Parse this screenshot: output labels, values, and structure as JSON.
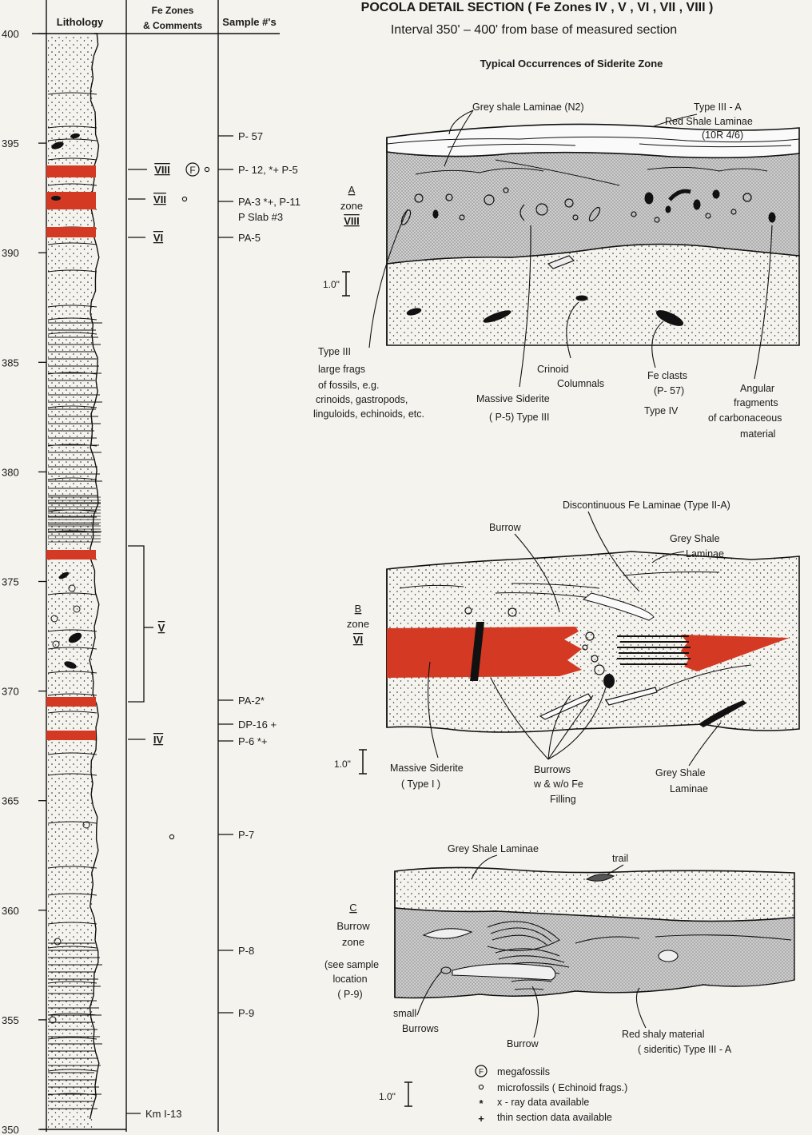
{
  "title": "POCOLA DETAIL SECTION ( Fe Zones IV , V , VI , VII , VIII )",
  "subtitle": "Interval 350' – 400' from base of measured section",
  "columns": {
    "lithology": "Lithology",
    "fe_zones_l1": "Fe Zones",
    "fe_zones_l2": "& Comments",
    "samples": "Sample #'s"
  },
  "depth_ticks": [
    "400",
    "395",
    "390",
    "385",
    "380",
    "375",
    "370",
    "365",
    "360",
    "355",
    "350"
  ],
  "fe_zones": [
    {
      "label": "VIII",
      "extra": "F",
      "micro": true
    },
    {
      "label": "VII",
      "extra": "",
      "micro": true
    },
    {
      "label": "VI",
      "extra": "",
      "micro": false
    },
    {
      "label": "V",
      "extra": "",
      "micro": false
    },
    {
      "label": "IV",
      "extra": "",
      "micro": false
    }
  ],
  "samples": [
    "P- 57",
    "P- 12, *+ P-5",
    "PA-3 *+, P-11",
    "P Slab #3",
    "PA-5",
    "PA-2*",
    "DP-16 +",
    "P-6 *+",
    "P-7",
    "P-8",
    "P-9",
    "Km I-13"
  ],
  "typical_title": "Typical Occurrences of Siderite Zone",
  "panel_a": {
    "id_lines": [
      "A",
      "zone",
      "VIII"
    ],
    "scale": "1.0\"",
    "labels": {
      "grey_shale": "Grey shale Laminae (N2)",
      "type_iii_a": "Type III - A",
      "red_shale_1": "Red Shale Laminae",
      "red_shale_2": "(10R 4/6)",
      "type_iii_1": "Type III",
      "type_iii_2": "large frags",
      "type_iii_3": "of fossils, e.g.",
      "type_iii_4": "crinoids, gastropods,",
      "type_iii_5": "linguloids, echinoids, etc.",
      "massive_1": "Massive Siderite",
      "massive_2": "( P-5) Type III",
      "crinoid_1": "Crinoid",
      "crinoid_2": "Columnals",
      "feclasts_1": "Fe clasts",
      "feclasts_2": "(P- 57)",
      "feclasts_3": "Type IV",
      "angular_1": "Angular",
      "angular_2": "fragments",
      "angular_3": "of carbonaceous",
      "angular_4": "material"
    }
  },
  "panel_b": {
    "id_lines": [
      "B",
      "zone",
      "VI"
    ],
    "scale": "1.0\"",
    "labels": {
      "discontinuous": "Discontinuous Fe Laminae (Type II-A)",
      "burrow": "Burrow",
      "grey_1": "Grey Shale",
      "grey_2": "Laminae",
      "massive_1": "Massive Siderite",
      "massive_2": "( Type I )",
      "burrows_1": "Burrows",
      "burrows_2": "w & w/o Fe",
      "burrows_3": "Filling",
      "grey2_1": "Grey Shale",
      "grey2_2": "Laminae"
    }
  },
  "panel_c": {
    "id_lines": [
      "C",
      "Burrow",
      "zone",
      "(see sample",
      "location",
      "( P-9)"
    ],
    "scale": "1.0\"",
    "labels": {
      "grey": "Grey Shale Laminae",
      "trail": "trail",
      "small_1": "small",
      "small_2": "Burrows",
      "burrow": "Burrow",
      "red_1": "Red shaly material",
      "red_2": "( sideritic) Type III - A"
    }
  },
  "legend": [
    {
      "symbol": "F",
      "text": "megafossils"
    },
    {
      "symbol": "o",
      "text": "microfossils ( Echinoid frags.)"
    },
    {
      "symbol": "*",
      "text": "x - ray data available"
    },
    {
      "symbol": "+",
      "text": "thin section data available"
    }
  ],
  "colors": {
    "siderite_red": "#d43a23",
    "ink": "#1a1a1a",
    "paper": "#f5f3ee",
    "stipple_grey": "#c9c9c9"
  }
}
